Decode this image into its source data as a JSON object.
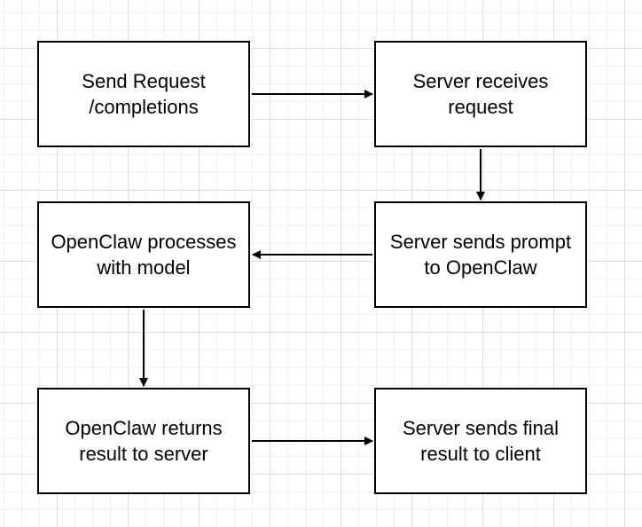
{
  "diagram": {
    "nodes": [
      {
        "id": "send-request",
        "label": "Send Request\n/completions"
      },
      {
        "id": "server-receives",
        "label": "Server receives\nrequest"
      },
      {
        "id": "server-sends-prompt",
        "label": "Server sends prompt\nto OpenClaw"
      },
      {
        "id": "openclaw-processes",
        "label": "OpenClaw processes\nwith model"
      },
      {
        "id": "openclaw-returns",
        "label": "OpenClaw returns\nresult to server"
      },
      {
        "id": "server-sends-final",
        "label": "Server sends final\nresult to client"
      }
    ],
    "edges": [
      {
        "from": "send-request",
        "to": "server-receives"
      },
      {
        "from": "server-receives",
        "to": "server-sends-prompt"
      },
      {
        "from": "server-sends-prompt",
        "to": "openclaw-processes"
      },
      {
        "from": "openclaw-processes",
        "to": "openclaw-returns"
      },
      {
        "from": "openclaw-returns",
        "to": "server-sends-final"
      }
    ],
    "colors": {
      "stroke": "#000000",
      "node_fill": "#ffffff",
      "grid": "#dcdcdc"
    }
  }
}
